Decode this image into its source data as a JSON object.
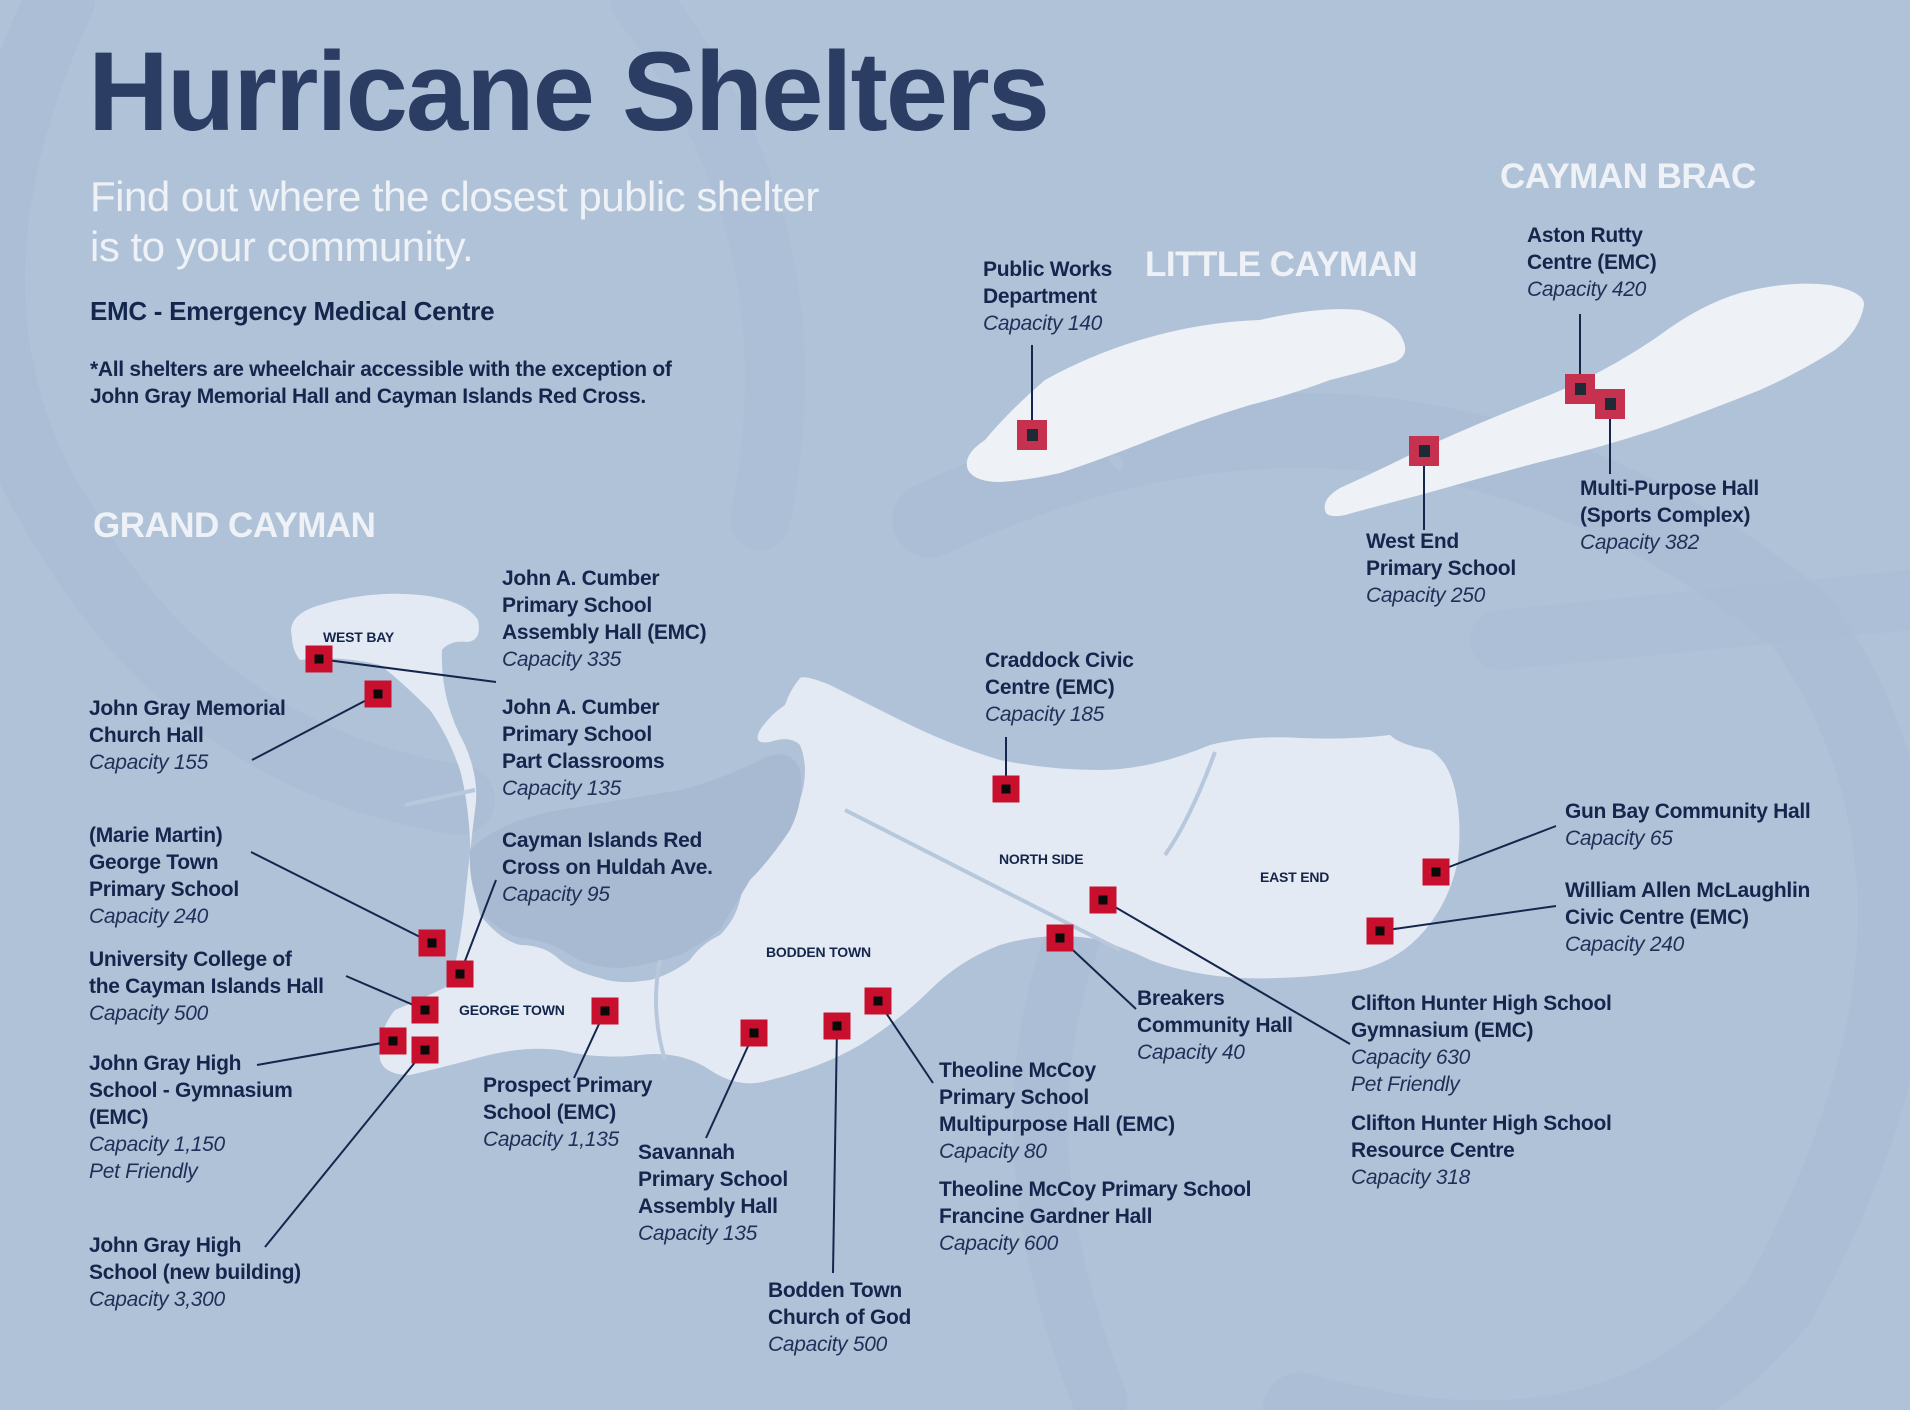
{
  "header": {
    "title": "Hurricane Shelters",
    "subtitle_line1": "Find out where the closest public shelter",
    "subtitle_line2": "is to your community.",
    "emc_legend": "EMC - Emergency Medical Centre",
    "note_line1": "*All shelters are wheelchair accessible with the exception of",
    "note_line2": "John Gray Memorial Hall and Cayman Islands Red Cross."
  },
  "colors": {
    "ocean": "#b0c2d8",
    "land": "#e4eaf3",
    "small_island_land": "#eef2f7",
    "title": "#2b3d63",
    "text": "#15264d",
    "marker_grand_cayman": "#c8102e",
    "marker_sister_islands": "#c5314e"
  },
  "islands": {
    "grand_cayman": "GRAND CAYMAN",
    "little_cayman": "LITTLE CAYMAN",
    "cayman_brac": "CAYMAN BRAC"
  },
  "districts": {
    "west_bay": "WEST BAY",
    "george_town": "GEORGE TOWN",
    "bodden_town": "BODDEN TOWN",
    "north_side": "NORTH SIDE",
    "east_end": "EAST END"
  },
  "shelters": {
    "public_works": {
      "name1": "Public  Works",
      "name2": "Department",
      "capacity": "Capacity 140"
    },
    "aston_rutty": {
      "name1": "Aston Rutty",
      "name2": "Centre (EMC)",
      "capacity": "Capacity 420"
    },
    "multi_purpose": {
      "name1": "Multi-Purpose  Hall",
      "name2": "(Sports Complex)",
      "capacity": "Capacity 382"
    },
    "west_end": {
      "name1": "West End",
      "name2": "Primary School",
      "capacity": "Capacity 250"
    },
    "cumber_assembly": {
      "name1": "John A. Cumber",
      "name2": "Primary School",
      "name3": "Assembly Hall  (EMC)",
      "capacity": "Capacity 335"
    },
    "cumber_classrooms": {
      "name1": "John A. Cumber",
      "name2": "Primary School",
      "name3": "Part Classrooms",
      "capacity": "Capacity 135"
    },
    "john_gray_memorial": {
      "name1": "John Gray Memorial",
      "name2": "Church  Hall",
      "capacity": "Capacity 155"
    },
    "red_cross": {
      "name1": "Cayman Islands Red",
      "name2": "Cross on Huldah Ave.",
      "capacity": "Capacity 95"
    },
    "marie_martin": {
      "name1": "(Marie Martin)",
      "name2": "George Town",
      "name3": "Primary School",
      "capacity": "Capacity 240"
    },
    "ucci": {
      "name1": "University College of",
      "name2": "the Cayman Islands Hall",
      "capacity": "Capacity 500"
    },
    "jghs_gym": {
      "name1": "John Gray High",
      "name2": "School - Gymnasium",
      "name3": "(EMC)",
      "capacity": "Capacity 1,150",
      "pet": "Pet Friendly"
    },
    "jghs_new": {
      "name1": "John Gray High",
      "name2": "School  (new building)",
      "capacity": "Capacity 3,300"
    },
    "prospect": {
      "name1": "Prospect Primary",
      "name2": "School  (EMC)",
      "capacity": "Capacity 1,135"
    },
    "savannah": {
      "name1": "Savannah",
      "name2": "Primary School",
      "name3": "Assembly Hall",
      "capacity": "Capacity 135"
    },
    "bodden_church": {
      "name1": "Bodden Town",
      "name2": "Church of God",
      "capacity": "Capacity 500"
    },
    "theoline_multi": {
      "name1": "Theoline McCoy",
      "name2": "Primary School",
      "name3": "Multipurpose Hall  (EMC)",
      "capacity": "Capacity 80"
    },
    "theoline_francine": {
      "name1": "Theoline McCoy Primary School",
      "name2": "Francine Gardner Hall",
      "capacity": "Capacity 600"
    },
    "craddock": {
      "name1": "Craddock Civic",
      "name2": "Centre  (EMC)",
      "capacity": "Capacity 185"
    },
    "breakers": {
      "name1": "Breakers",
      "name2": "Community Hall",
      "capacity": "Capacity 40"
    },
    "clifton_gym": {
      "name1": "Clifton Hunter High School",
      "name2": "Gymnasium (EMC)",
      "capacity": "Capacity 630",
      "pet": "Pet Friendly"
    },
    "clifton_resource": {
      "name1": "Clifton Hunter High School",
      "name2": "Resource Centre",
      "capacity": "Capacity 318"
    },
    "gun_bay": {
      "name1": "Gun Bay Community Hall",
      "capacity": "Capacity 65"
    },
    "william_allen": {
      "name1": "William Allen McLaughlin",
      "name2": "Civic Centre (EMC)",
      "capacity": "Capacity 240"
    }
  }
}
